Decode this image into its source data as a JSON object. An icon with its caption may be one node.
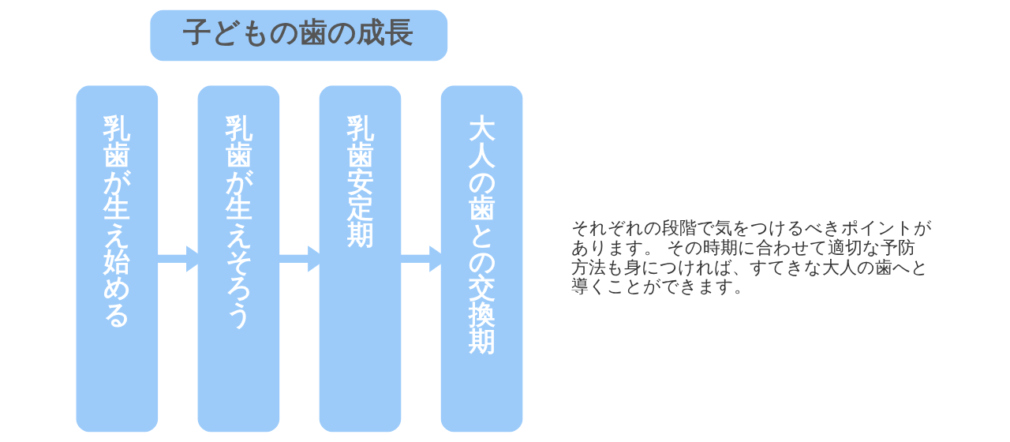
{
  "diagram": {
    "nodes": [
      {
        "text": [
          "子どもの歯の成長"
        ]
      },
      {
        "text": [
          "乳歯が生え始める"
        ]
      },
      {
        "text": [
          "乳歯が生えそろう"
        ]
      },
      {
        "text": [
          "乳歯安定期"
        ]
      },
      {
        "text": [
          "大人の歯との交換期"
        ]
      }
    ],
    "edges": [
      {
        "from": 1,
        "to": 2,
        "arrow": "to"
      },
      {
        "from": 2,
        "to": 3,
        "arrow": "to"
      },
      {
        "from": 3,
        "to": 4,
        "arrow": "to"
      }
    ],
    "labels": [
      "それぞれの段階で気をつけるべきポイントがあります。 その時期に合わせて適切な予防方法も身につければ、すてきな大人の歯へと導くことができます。"
    ]
  }
}
